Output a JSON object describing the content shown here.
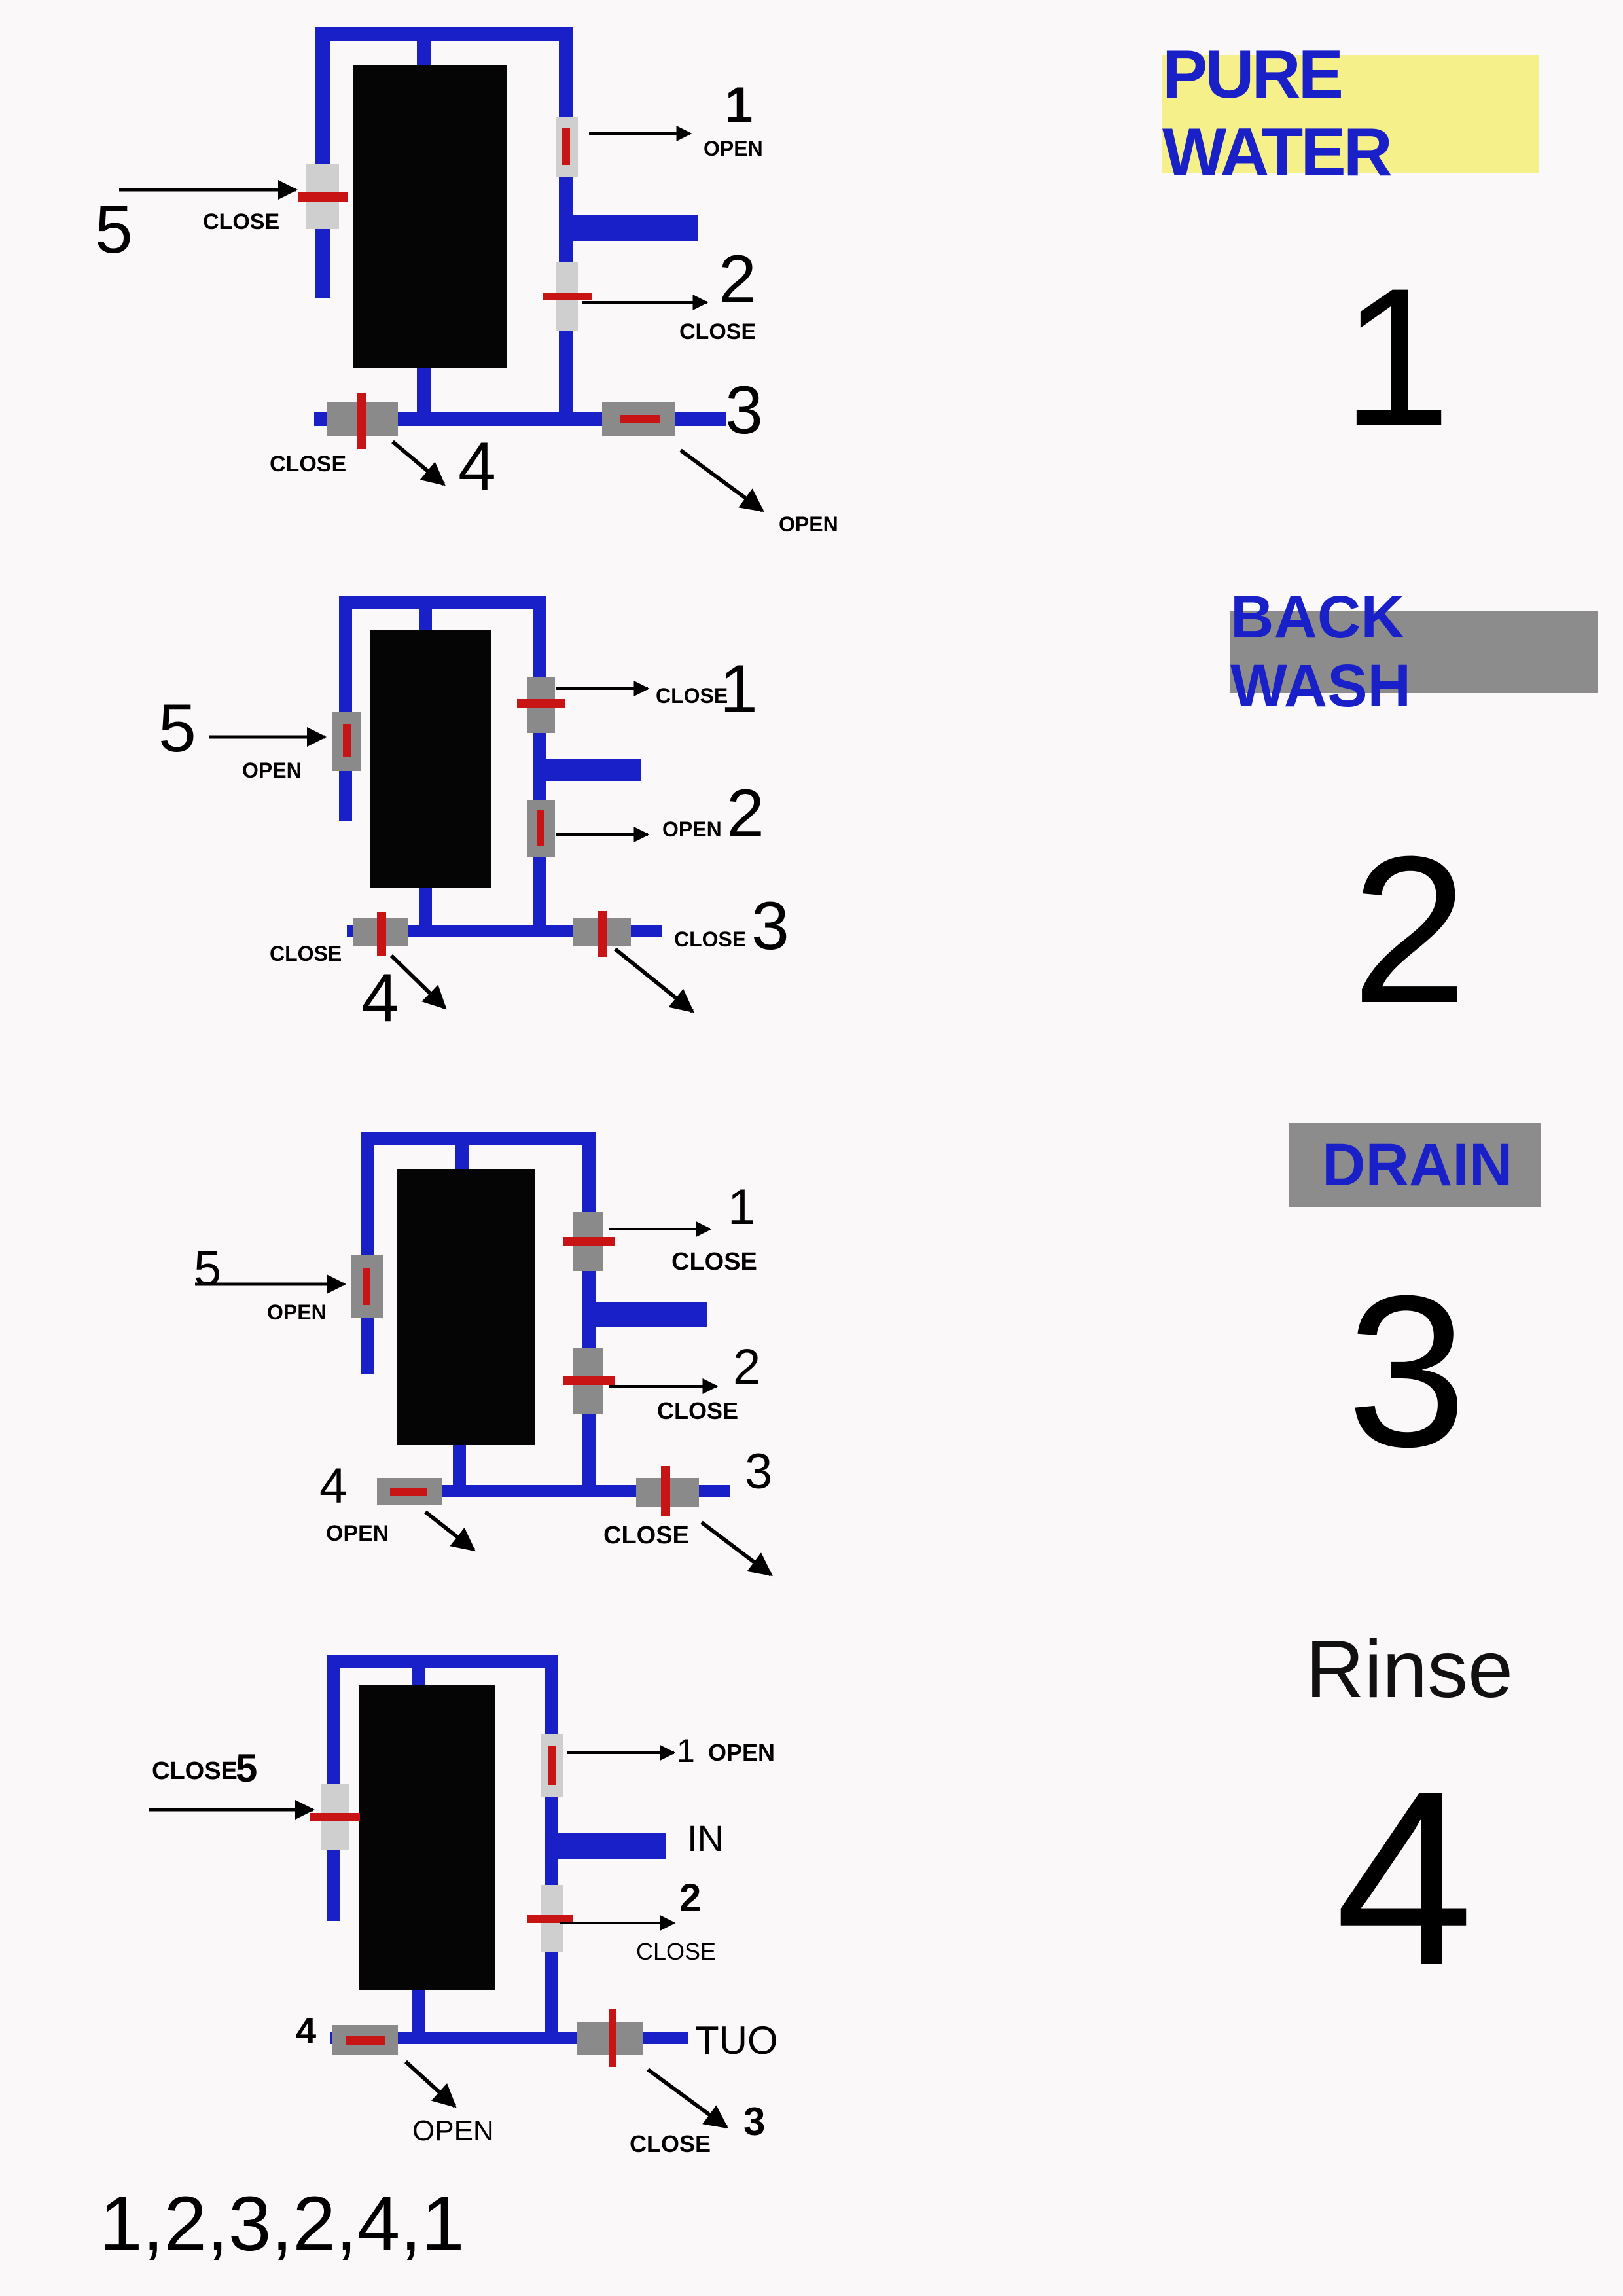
{
  "panels": [
    {
      "mode": "PURE WATER",
      "number": "1",
      "valves": {
        "v1": {
          "num": "1",
          "state": "OPEN"
        },
        "v2": {
          "num": "2",
          "state": "CLOSE"
        },
        "v3": {
          "num": "3",
          "state": "OPEN"
        },
        "v4": {
          "num": "4",
          "state": "CLOSE"
        },
        "v5": {
          "num": "5",
          "state": "CLOSE"
        }
      }
    },
    {
      "mode": "BACK WASH",
      "number": "2",
      "valves": {
        "v1": {
          "num": "1",
          "state": "CLOSE"
        },
        "v2": {
          "num": "2",
          "state": "OPEN"
        },
        "v3": {
          "num": "3",
          "state": "CLOSE"
        },
        "v4": {
          "num": "4",
          "state": "CLOSE"
        },
        "v5": {
          "num": "5",
          "state": "OPEN"
        }
      }
    },
    {
      "mode": "DRAIN",
      "number": "3",
      "valves": {
        "v1": {
          "num": "1",
          "state": "CLOSE"
        },
        "v2": {
          "num": "2",
          "state": "CLOSE"
        },
        "v3": {
          "num": "3",
          "state": "CLOSE"
        },
        "v4": {
          "num": "4",
          "state": "OPEN"
        },
        "v5": {
          "num": "5",
          "state": "OPEN"
        }
      }
    },
    {
      "mode": "Rinse",
      "number": "4",
      "valves": {
        "v1": {
          "num": "1",
          "state": "OPEN"
        },
        "v2": {
          "num": "2",
          "state": "CLOSE"
        },
        "v3": {
          "num": "3",
          "state": "CLOSE"
        },
        "v4": {
          "num": "4",
          "state": "OPEN"
        },
        "v5": {
          "num": "5",
          "state": "CLOSE"
        }
      },
      "in_label": "IN",
      "out_label": "TUO"
    }
  ],
  "sequence": "1,2,3,2,4,1",
  "colors": {
    "pipe": "#1a20c8",
    "tank": "#050505",
    "valve_body": "#8a8a8a",
    "valve_light": "#cfcfcf",
    "valve_handle": "#c81414",
    "pure_water_bg": "#f6f08a",
    "mode_bg": "#8c8c8c",
    "mode_text": "#1a20c8"
  }
}
